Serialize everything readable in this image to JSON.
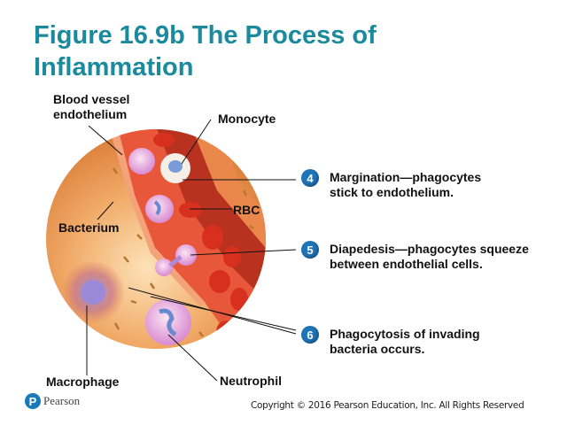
{
  "title": "Figure 16.9b The Process of Inflammation",
  "labels": {
    "blood_vessel": "Blood vessel endothelium",
    "monocyte": "Monocyte",
    "rbc": "RBC",
    "bacterium": "Bacterium",
    "macrophage": "Macrophage",
    "neutrophil": "Neutrophil"
  },
  "steps": [
    {
      "number": "4",
      "text": "Margination—phagocytes stick to endothelium."
    },
    {
      "number": "5",
      "text": "Diapedesis—phagocytes squeeze between endothelial cells."
    },
    {
      "number": "6",
      "text": "Phagocytosis of invading bacteria occurs."
    }
  ],
  "footer": {
    "logo_text": "Pearson",
    "copyright": "Copyright © 2016 Pearson Education, Inc. All Rights Reserved"
  },
  "colors": {
    "title": "#1b8a9c",
    "badge": "#1f74b8",
    "tissue": "#e8964e",
    "vessel": "#d8442e"
  }
}
